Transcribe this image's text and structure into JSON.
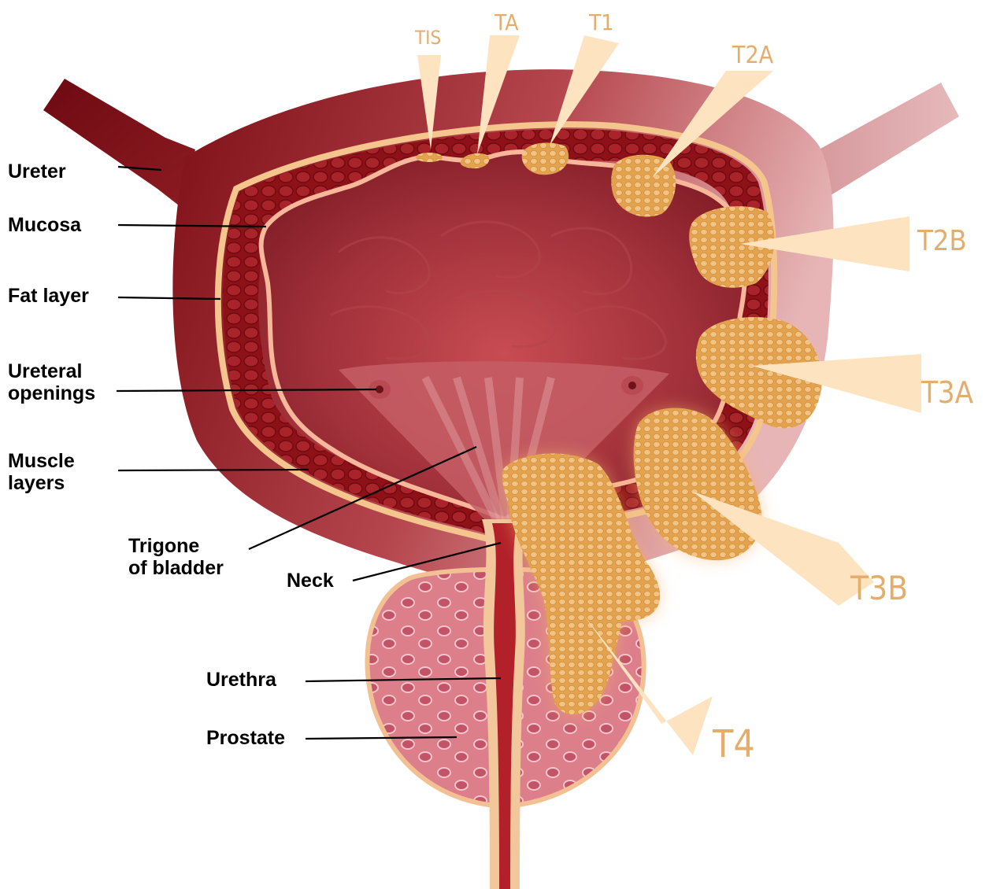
{
  "labels": {
    "ureter": "Ureter",
    "mucosa": "Mucosa",
    "fat_layer": "Fat layer",
    "ureteral_openings_1": "Ureteral",
    "ureteral_openings_2": "openings",
    "muscle_layers_1": "Muscle",
    "muscle_layers_2": "layers",
    "trigone_1": "Trigone",
    "trigone_2": "of bladder",
    "neck": "Neck",
    "urethra": "Urethra",
    "prostate": "Prostate"
  },
  "stages": {
    "tis": "TIS",
    "ta": "TA",
    "t1": "T1",
    "t2a": "T2A",
    "t2b": "T2B",
    "t3a": "T3A",
    "t3b": "T3B",
    "t4": "T4"
  },
  "colors": {
    "bladder_outer": "#a32a2e",
    "bladder_inner": "#8e1f28",
    "muscle": "#9b1a1f",
    "fat": "#f4c58c",
    "mucosa": "#f6b79a",
    "tumor": "#e7ab5c",
    "arrow": "#fce0b9",
    "stage_label": "#e3ad6e",
    "prostate": "#d97887"
  }
}
